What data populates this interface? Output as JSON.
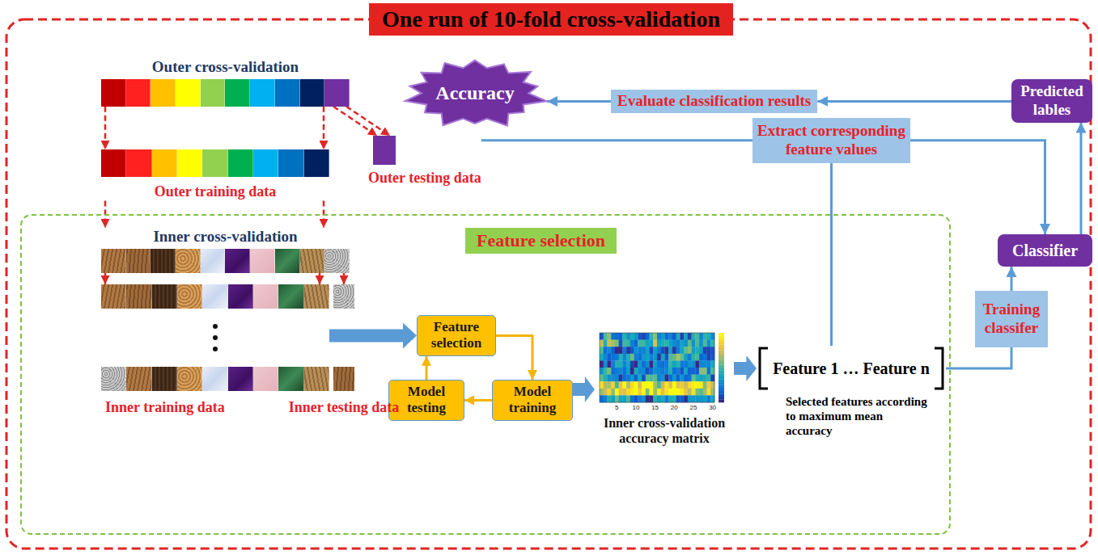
{
  "diagram": {
    "title": "One run of 10-fold cross-validation",
    "nodes": [
      {
        "text": [
          "Outer cross-validation"
        ]
      },
      {
        "text": [
          "Outer testing data"
        ]
      },
      {
        "text": [
          "Outer training data"
        ]
      },
      {
        "text": [
          "Accuracy"
        ]
      },
      {
        "text": [
          "Evaluate classification results"
        ]
      },
      {
        "text": [
          "Predicted lables"
        ]
      },
      {
        "text": [
          "Extract corresponding feature values"
        ]
      },
      {
        "text": [
          "Classifier"
        ]
      },
      {
        "text": [
          "Feature selection"
        ]
      },
      {
        "text": [
          "Inner cross-validation"
        ],
        "in": 8
      },
      {
        "text": [
          "Inner training data"
        ],
        "in": 8
      },
      {
        "text": [
          "Inner testing data"
        ],
        "in": 8
      },
      {
        "text": [
          "Feature selection"
        ],
        "in": 8
      },
      {
        "text": [
          "Model training"
        ],
        "in": 8
      },
      {
        "text": [
          "Model testing"
        ],
        "in": 8
      },
      {
        "text": [
          "Inner cross-validation accuracy matrix"
        ],
        "in": 8
      },
      {
        "text": [
          "Feature 1 … Feature n",
          "Selected features according to maximum mean accuracy"
        ],
        "in": 8
      },
      {
        "text": [
          "Training classifer"
        ]
      }
    ],
    "edges": [
      {
        "from": 0,
        "to": 1,
        "arrow": "to"
      },
      {
        "from": 0,
        "to": 2,
        "arrow": "to"
      },
      {
        "from": 2,
        "to": 9,
        "arrow": "to"
      },
      {
        "from": 9,
        "to": 10,
        "arrow": "to"
      },
      {
        "from": 9,
        "to": 11,
        "arrow": "to"
      },
      {
        "from": 10,
        "to": 12,
        "arrow": "to"
      },
      {
        "from": 12,
        "to": 13,
        "arrow": "to"
      },
      {
        "from": 13,
        "to": 14,
        "arrow": "to"
      },
      {
        "from": 14,
        "to": 12,
        "arrow": "to"
      },
      {
        "from": 13,
        "to": 15,
        "arrow": "to"
      },
      {
        "from": 15,
        "to": 16,
        "arrow": "to"
      },
      {
        "from": 16,
        "to": 6,
        "arrow": "none"
      },
      {
        "from": 1,
        "to": 6,
        "arrow": "none"
      },
      {
        "from": 6,
        "to": 7,
        "arrow": "to"
      },
      {
        "from": 16,
        "to": 17,
        "arrow": "none"
      },
      {
        "from": 17,
        "to": 7,
        "arrow": "to"
      },
      {
        "from": 7,
        "to": 5,
        "arrow": "to"
      },
      {
        "from": 5,
        "to": 4,
        "arrow": "to"
      },
      {
        "from": 4,
        "to": 3,
        "arrow": "to"
      }
    ],
    "labels": [
      "5",
      "10",
      "15",
      "20",
      "25",
      "30"
    ]
  }
}
